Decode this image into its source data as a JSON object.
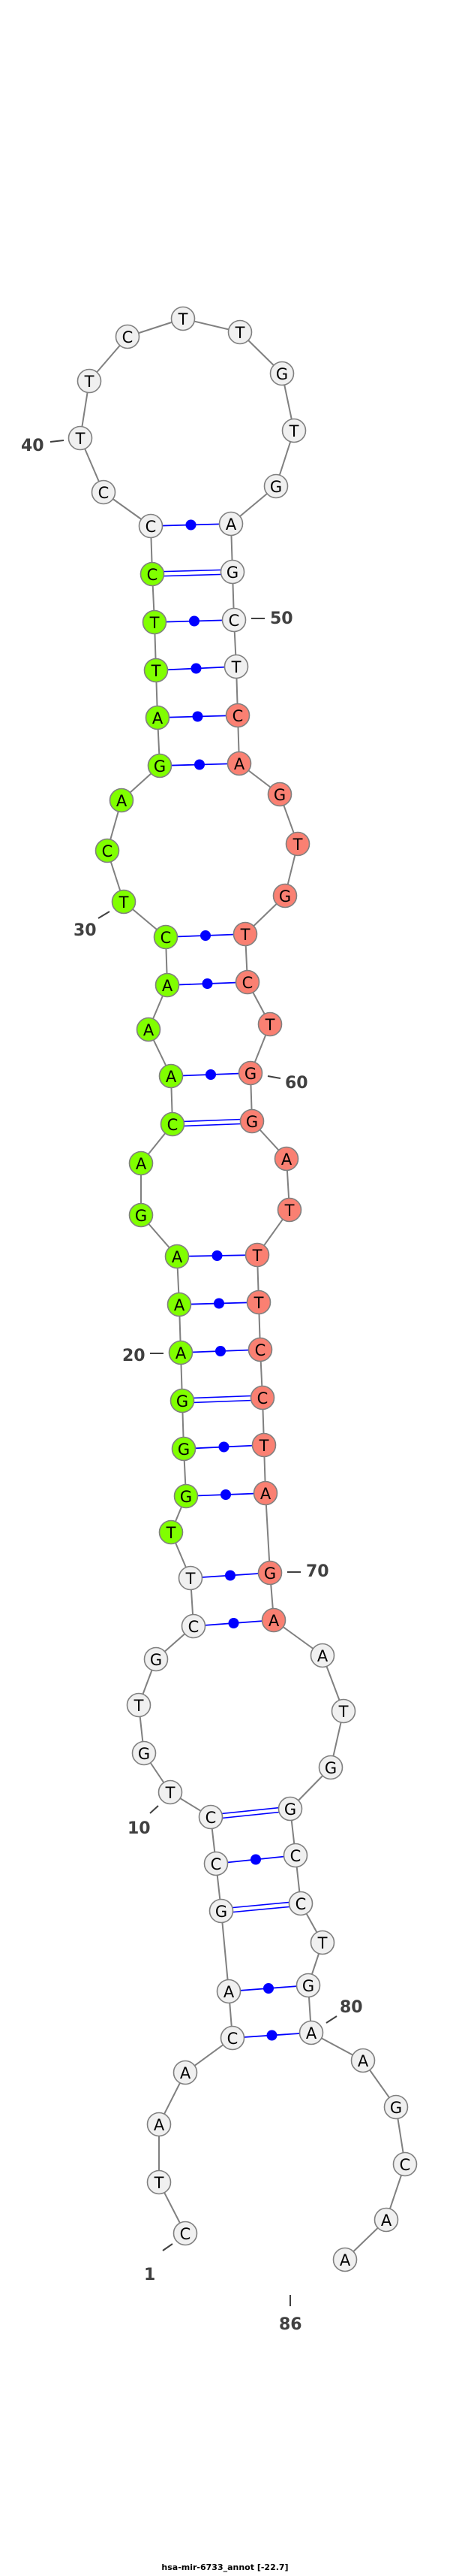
{
  "title": "hsa-mir-6733_annot [-22.7]",
  "sequence": "CTAACAGCCTGTGCTTGGGAAAGACAAACTCAGATTCCCTTCTTGTGAGCTCAGTGTCTGGATTTCCTAGAATGGCCTGAAGCAA",
  "pairs": [
    [
      5,
      80
    ],
    [
      6,
      79
    ],
    [
      7,
      77
    ],
    [
      8,
      76
    ],
    [
      9,
      75
    ],
    [
      14,
      71
    ],
    [
      15,
      70
    ],
    [
      17,
      69
    ],
    [
      18,
      68
    ],
    [
      19,
      67
    ],
    [
      20,
      66
    ],
    [
      21,
      65
    ],
    [
      22,
      64
    ],
    [
      25,
      61
    ],
    [
      26,
      60
    ],
    [
      28,
      58
    ],
    [
      29,
      57
    ],
    [
      33,
      53
    ],
    [
      34,
      52
    ],
    [
      35,
      51
    ],
    [
      36,
      50
    ],
    [
      37,
      49
    ],
    [
      38,
      48
    ]
  ],
  "highlight_regions": [
    {
      "name": "mature-5p",
      "start": 16,
      "end": 37,
      "color": "#80ff00"
    },
    {
      "name": "mature-3p",
      "start": 52,
      "end": 71,
      "color": "#fa8072"
    }
  ],
  "colors": {
    "default_node": "#f0f0f0",
    "node_stroke": "#808080",
    "backbone": "#808080",
    "pair": "#0000ff"
  },
  "position_labels": [
    "1",
    "10",
    "20",
    "30",
    "40",
    "50",
    "60",
    "70",
    "80",
    "86"
  ]
}
